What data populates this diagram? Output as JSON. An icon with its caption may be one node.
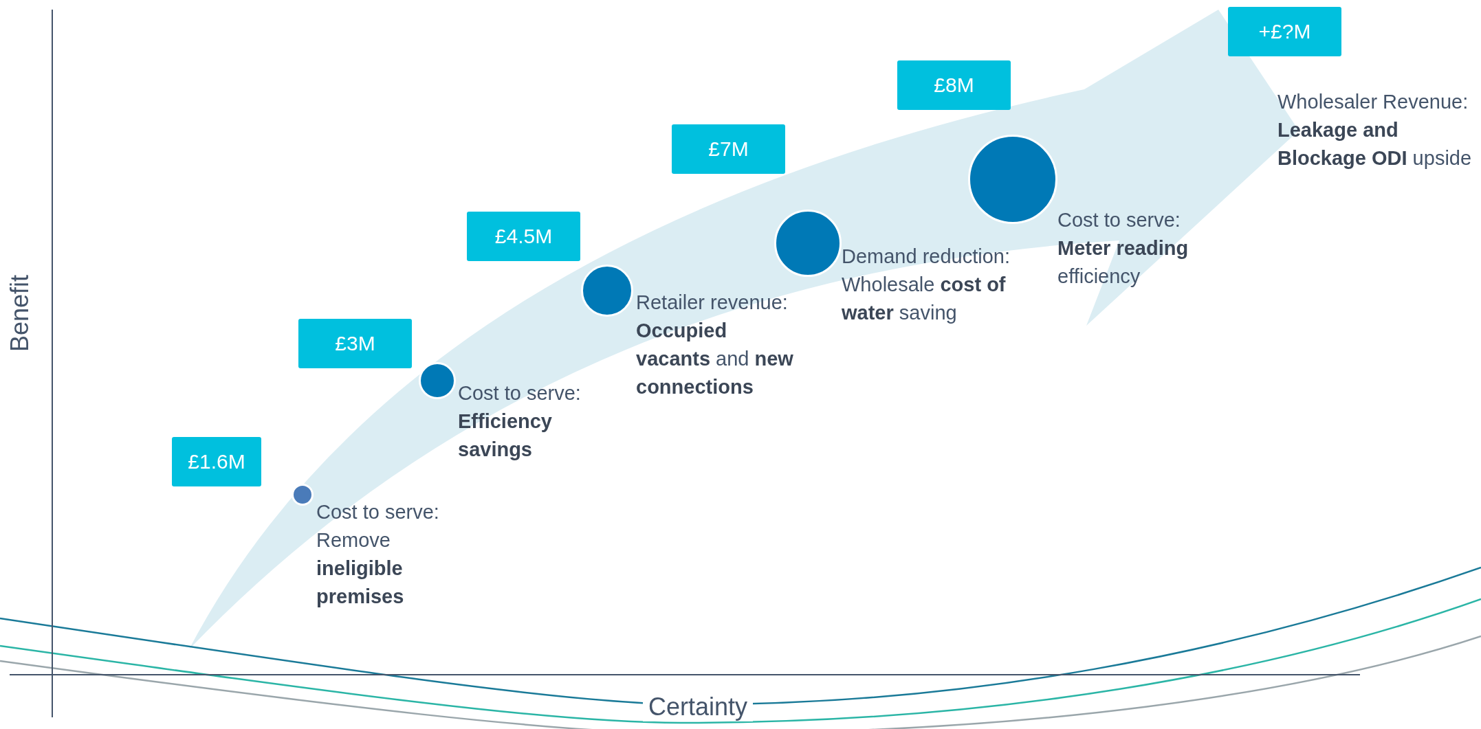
{
  "diagram": {
    "nodes": [
      {
        "text": [
          "£1.6M"
        ]
      },
      {
        "text": [],
        "shape": "circle",
        "beside": [
          "Cost to serve: Remove **ineligible premises**"
        ]
      },
      {
        "text": [
          "£3M"
        ]
      },
      {
        "text": [],
        "shape": "circle",
        "beside": [
          "Cost to serve: **Efficiency savings**"
        ]
      },
      {
        "text": [
          "£4.5M"
        ]
      },
      {
        "text": [],
        "shape": "circle",
        "beside": [
          "Retailer revenue: **Occupied vacants** and **new connections**"
        ]
      },
      {
        "text": [
          "£7M"
        ]
      },
      {
        "text": [],
        "shape": "circle",
        "beside": [
          "Demand reduction: Wholesale **cost of water** saving"
        ]
      },
      {
        "text": [
          "£8M"
        ]
      },
      {
        "text": [],
        "shape": "circle",
        "beside": [
          "Cost to serve: **Meter reading** efficiency"
        ]
      },
      {
        "text": [
          "+£?M"
        ],
        "beside": [
          "Wholesaler Revenue: **Leakage and Blockage ODI** upside"
        ]
      }
    ],
    "labels": [
      "Benefit",
      "Certainty"
    ]
  }
}
